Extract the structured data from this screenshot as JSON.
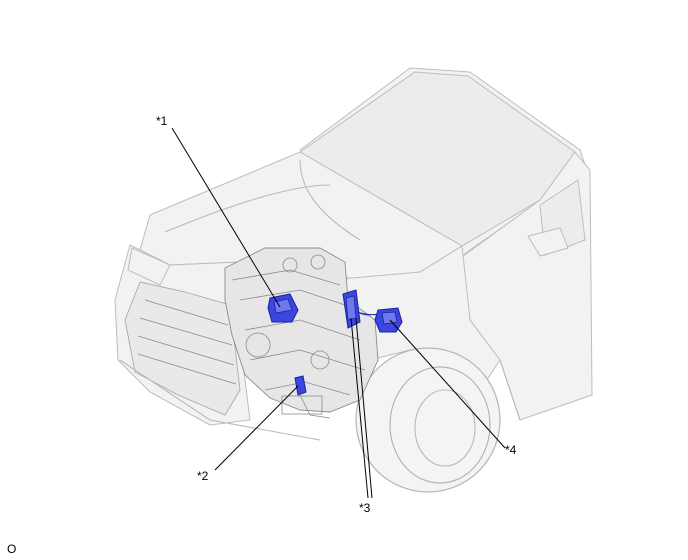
{
  "callouts": {
    "c1": "*1",
    "c2": "*2",
    "c3": "*3",
    "c4": "*4"
  },
  "corner_mark": "O",
  "colors": {
    "component": "#3a46e0",
    "outline": "#bdbdbd"
  }
}
